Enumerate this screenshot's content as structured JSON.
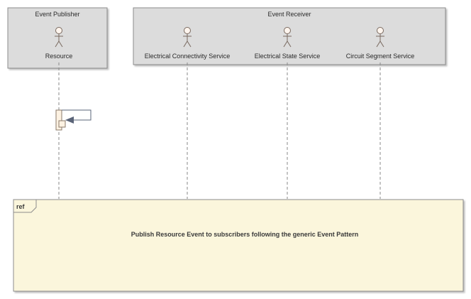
{
  "groups": {
    "publisher": "Event Publisher",
    "receiver": "Event Receiver"
  },
  "lifelines": [
    {
      "name": "Resource"
    },
    {
      "name": "Electrical Connectivity Service"
    },
    {
      "name": "Electrical State Service"
    },
    {
      "name": "Circuit Segment Service"
    }
  ],
  "fragment": {
    "operator": "ref",
    "text": "Publish Resource Event to subscribers following the generic Event Pattern"
  },
  "colors": {
    "group_fill": "#dcdcdc",
    "group_stroke": "#8c8c8c",
    "actor_head": "#fff5ee",
    "activation_fill": "#fdf2e2",
    "fragment_fill": "#fbf6dc",
    "arrow": "#5a6478"
  },
  "icons": {
    "actor": "stick-figure-icon",
    "message": "self-message-arrow-icon"
  }
}
